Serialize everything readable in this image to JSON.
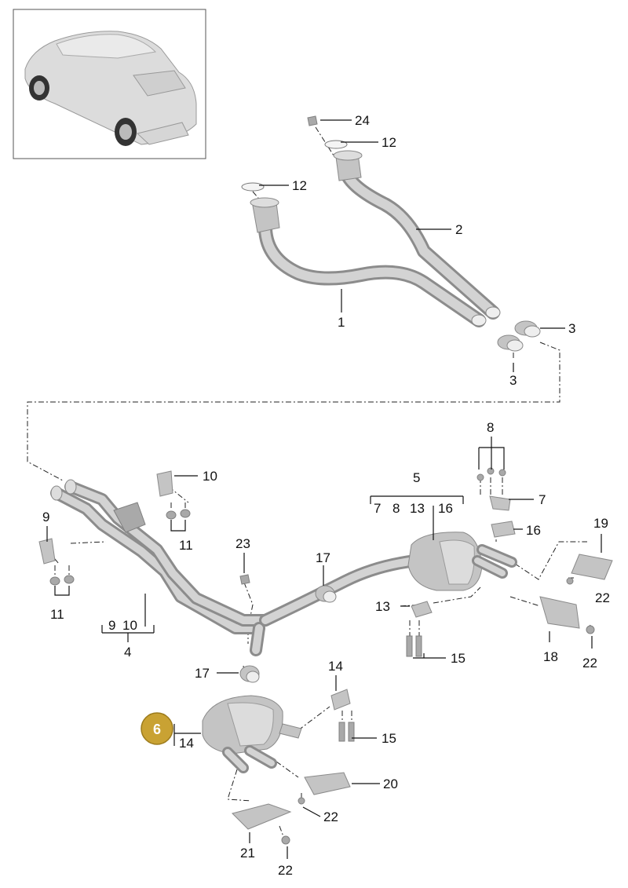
{
  "badge": {
    "label": "6",
    "color": "#c9a233"
  },
  "labels": {
    "l24": "24",
    "l12a": "12",
    "l12b": "12",
    "l2": "2",
    "l1": "1",
    "l3a": "3",
    "l3b": "3",
    "l8": "8",
    "l5": "5",
    "l7a": "7",
    "l8b": "8",
    "l13a": "13",
    "l16a": "16",
    "l7b": "7",
    "l16b": "16",
    "l10": "10",
    "l9": "9",
    "l11a": "11",
    "l11b": "11",
    "l23": "23",
    "l17a": "17",
    "l19": "19",
    "l22a": "22",
    "l13b": "13",
    "l15a": "15",
    "l18": "18",
    "l22b": "22",
    "l9b": "9",
    "l10b": "10",
    "l4": "4",
    "l17b": "17",
    "l14a": "14",
    "l14b": "14",
    "l15b": "15",
    "l20": "20",
    "l22c": "22",
    "l21": "21",
    "l22d": "22"
  },
  "colors": {
    "line": "#111111",
    "part": "#c4c4c4",
    "badge": "#c9a233"
  }
}
